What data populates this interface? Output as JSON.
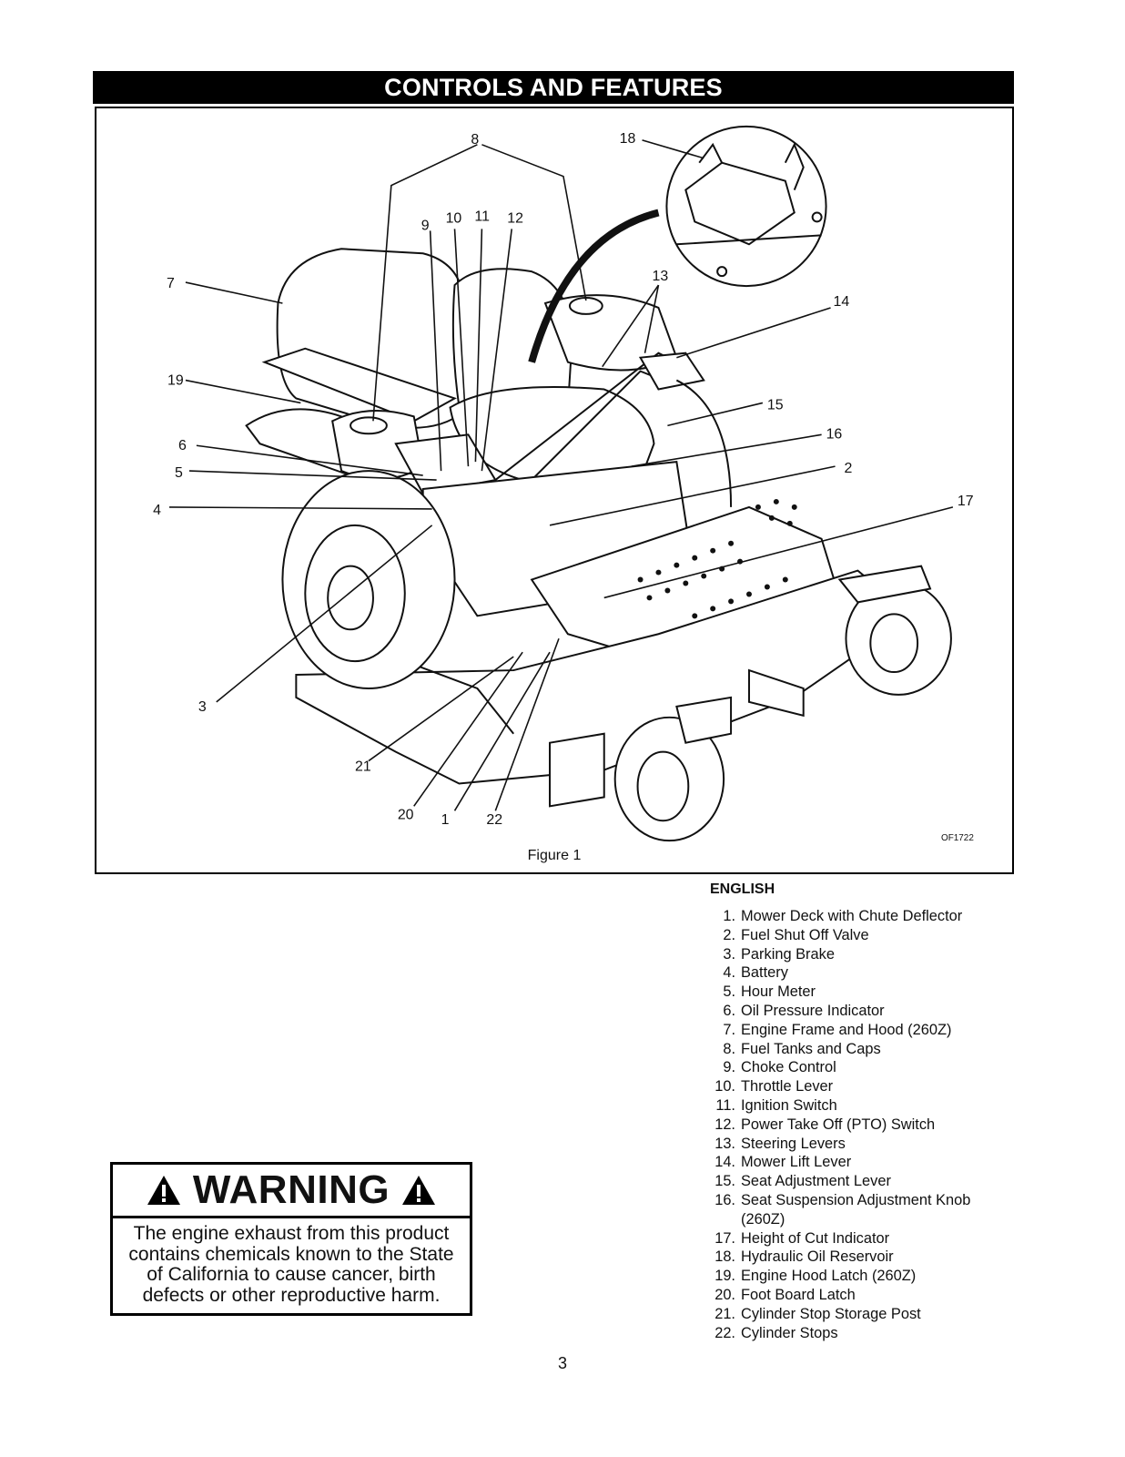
{
  "header": {
    "title": "CONTROLS AND FEATURES"
  },
  "figure": {
    "caption": "Figure 1",
    "code": "OF1722",
    "callouts": [
      "1",
      "2",
      "3",
      "4",
      "5",
      "6",
      "7",
      "8",
      "9",
      "10",
      "11",
      "12",
      "13",
      "14",
      "15",
      "16",
      "17",
      "18",
      "19",
      "20",
      "21",
      "22"
    ]
  },
  "legend": {
    "heading": "ENGLISH",
    "items": [
      {
        "num": "1.",
        "text": "Mower Deck with Chute Deflector"
      },
      {
        "num": "2.",
        "text": "Fuel Shut Off Valve"
      },
      {
        "num": "3.",
        "text": "Parking Brake"
      },
      {
        "num": "4.",
        "text": "Battery"
      },
      {
        "num": "5.",
        "text": "Hour Meter"
      },
      {
        "num": "6.",
        "text": "Oil Pressure Indicator"
      },
      {
        "num": "7.",
        "text": "Engine Frame and Hood (260Z)"
      },
      {
        "num": "8.",
        "text": "Fuel Tanks and Caps"
      },
      {
        "num": "9.",
        "text": "Choke Control"
      },
      {
        "num": "10.",
        "text": "Throttle Lever"
      },
      {
        "num": "11.",
        "text": "Ignition Switch"
      },
      {
        "num": "12.",
        "text": "Power Take Off (PTO) Switch"
      },
      {
        "num": "13.",
        "text": "Steering Levers"
      },
      {
        "num": "14.",
        "text": "Mower Lift Lever"
      },
      {
        "num": "15.",
        "text": "Seat Adjustment Lever"
      },
      {
        "num": "16.",
        "text": "Seat Suspension Adjustment Knob"
      },
      {
        "num": "",
        "text": "(260Z)"
      },
      {
        "num": "17.",
        "text": "Height of Cut Indicator"
      },
      {
        "num": "18.",
        "text": "Hydraulic Oil Reservoir"
      },
      {
        "num": "19.",
        "text": "Engine Hood Latch (260Z)"
      },
      {
        "num": "20.",
        "text": "Foot Board Latch"
      },
      {
        "num": "21.",
        "text": "Cylinder Stop Storage Post"
      },
      {
        "num": "22.",
        "text": "Cylinder Stops"
      }
    ]
  },
  "warning": {
    "title": "WARNING",
    "lines": [
      "The engine exhaust from this product",
      "contains chemicals known to the State",
      "of California to cause cancer, birth",
      "defects or other reproductive harm."
    ]
  },
  "page": {
    "number": "3"
  }
}
